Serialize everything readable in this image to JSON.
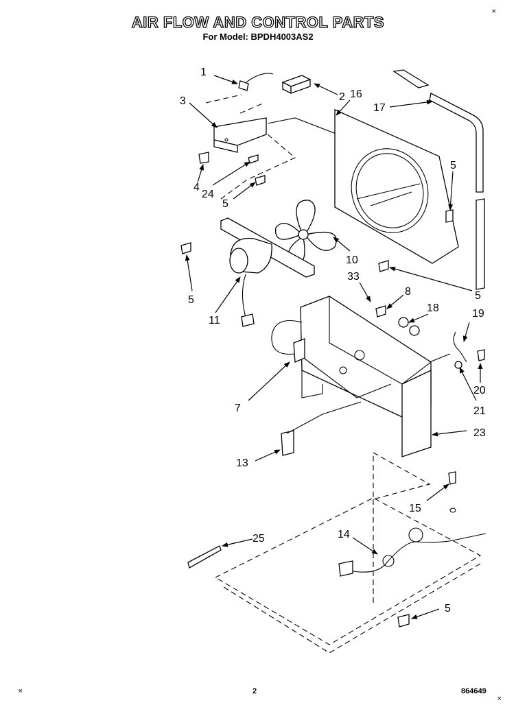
{
  "title": "AIR FLOW AND CONTROL PARTS",
  "subtitle": "For Model: BPDH4003AS2",
  "page_number": "2",
  "drawing_number": "864649",
  "corner_marks": [
    "×",
    "×",
    "×"
  ],
  "callouts": [
    {
      "id": "c1",
      "text": "1"
    },
    {
      "id": "c2",
      "text": "2"
    },
    {
      "id": "c16",
      "text": "16"
    },
    {
      "id": "c3",
      "text": "3"
    },
    {
      "id": "c17",
      "text": "17"
    },
    {
      "id": "c5a",
      "text": "5"
    },
    {
      "id": "c4",
      "text": "4"
    },
    {
      "id": "c24",
      "text": "24"
    },
    {
      "id": "c5b",
      "text": "5"
    },
    {
      "id": "c10",
      "text": "10"
    },
    {
      "id": "c5c",
      "text": "5"
    },
    {
      "id": "c5d",
      "text": "5"
    },
    {
      "id": "c11",
      "text": "11"
    },
    {
      "id": "c33",
      "text": "33"
    },
    {
      "id": "c8",
      "text": "8"
    },
    {
      "id": "c18",
      "text": "18"
    },
    {
      "id": "c19",
      "text": "19"
    },
    {
      "id": "c20",
      "text": "20"
    },
    {
      "id": "c21",
      "text": "21"
    },
    {
      "id": "c7",
      "text": "7"
    },
    {
      "id": "c23",
      "text": "23"
    },
    {
      "id": "c13",
      "text": "13"
    },
    {
      "id": "c15",
      "text": "15"
    },
    {
      "id": "c25",
      "text": "25"
    },
    {
      "id": "c14",
      "text": "14"
    },
    {
      "id": "c5e",
      "text": "5"
    }
  ]
}
